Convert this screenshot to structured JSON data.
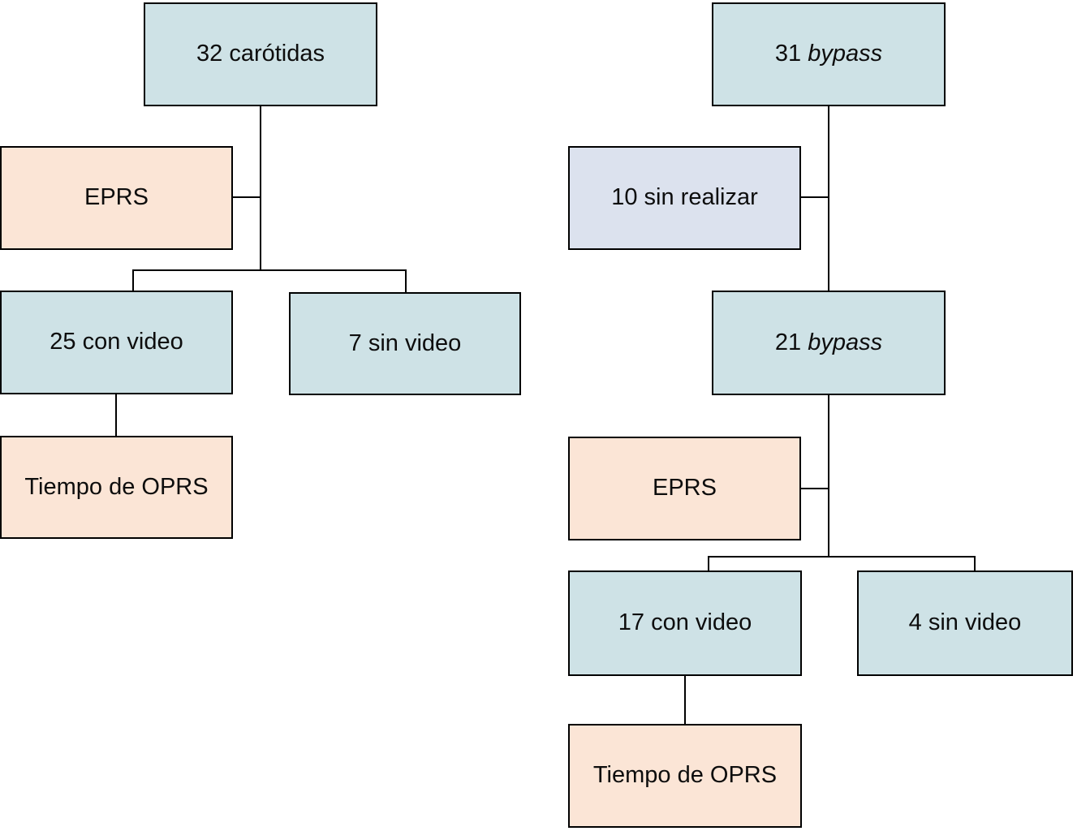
{
  "figure": {
    "background": "#ffffff",
    "colors": {
      "procedure_fill": "#cee2e6",
      "assessment_fill": "#fbe5d6",
      "excluded_fill": "#dce2ee",
      "border": "#000000",
      "line": "#000000",
      "text": "#0d0d0d"
    },
    "left_tree": {
      "root": {
        "label": "32 carótidas"
      },
      "eprs": {
        "label": "EPRS"
      },
      "with_video": {
        "label": "25 con video"
      },
      "without_video": {
        "label": "7 sin video"
      },
      "oprs_time": {
        "label": "Tiempo de OPRS"
      }
    },
    "right_tree": {
      "root": {
        "prefix": "31 ",
        "italic_term": "bypass"
      },
      "not_performed": {
        "label": "10 sin realizar"
      },
      "performed": {
        "prefix": "21 ",
        "italic_term": "bypass"
      },
      "eprs": {
        "label": "EPRS"
      },
      "with_video": {
        "label": "17 con video"
      },
      "without_video": {
        "label": "4 sin video"
      },
      "oprs_time": {
        "label": "Tiempo de OPRS"
      }
    }
  }
}
